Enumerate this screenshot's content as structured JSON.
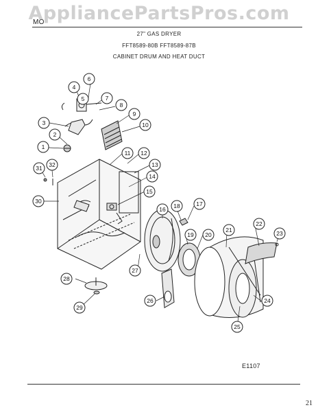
{
  "watermark": "AppliancePartsPros.com",
  "header": {
    "left_text": "MO",
    "model_text": "27\" GAS DRYER",
    "model_numbers": "FFT8589-80B  FFT8589-87B",
    "section_title": "CABINET DRUM AND HEAT DUCT"
  },
  "callouts": [
    "1",
    "2",
    "3",
    "4",
    "5",
    "6",
    "7",
    "8",
    "9",
    "10",
    "11",
    "12",
    "13",
    "14",
    "15",
    "16",
    "17",
    "18",
    "19",
    "20",
    "21",
    "22",
    "23",
    "24",
    "25",
    "26",
    "27",
    "28",
    "29",
    "30",
    "31",
    "32"
  ],
  "figure_code": "E1107",
  "page_number": "21"
}
